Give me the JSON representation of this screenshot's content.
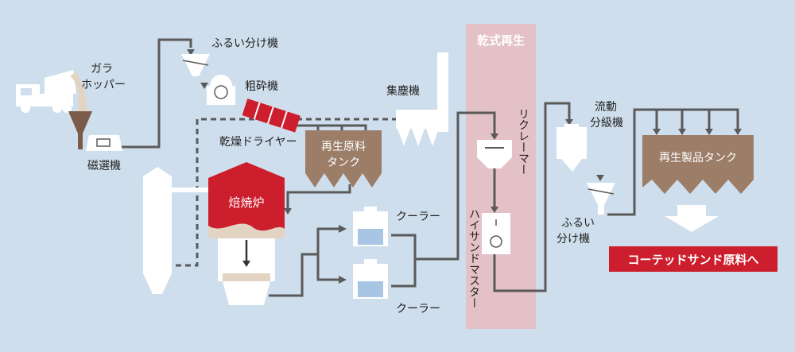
{
  "colors": {
    "background": "#cfdeec",
    "regen_band": "#e4c0c7",
    "pipe": "#5a5a5a",
    "accent_red": "#cc1e2c",
    "tank_brown": "#9b7d68",
    "sand": "#e3d3c3",
    "water_blue": "#a8c6e4"
  },
  "labels": {
    "gara_hopper_1": "ガラ",
    "gara_hopper_2": "ホッパー",
    "magnetic_separator": "磁選機",
    "sieve_top": "ふるい分け機",
    "crusher": "粗砕機",
    "dust_collector": "集塵機",
    "dryer": "乾燥ドライヤー",
    "recycled_material_tank_1": "再生原料",
    "recycled_material_tank_2": "タンク",
    "roasting_furnace": "焙焼炉",
    "cooler_top": "クーラー",
    "cooler_bottom": "クーラー",
    "dry_regeneration": "乾式再生",
    "reclaimer": "リクレーマー",
    "high_sand_master": "ハイサンドマスター",
    "fluid_classifier_1": "流動",
    "fluid_classifier_2": "分級機",
    "sieve_right_1": "ふるい",
    "sieve_right_2": "分け機",
    "product_tank": "再生製品タンク",
    "coated_sand_button": "コーテッドサンド原料へ"
  }
}
